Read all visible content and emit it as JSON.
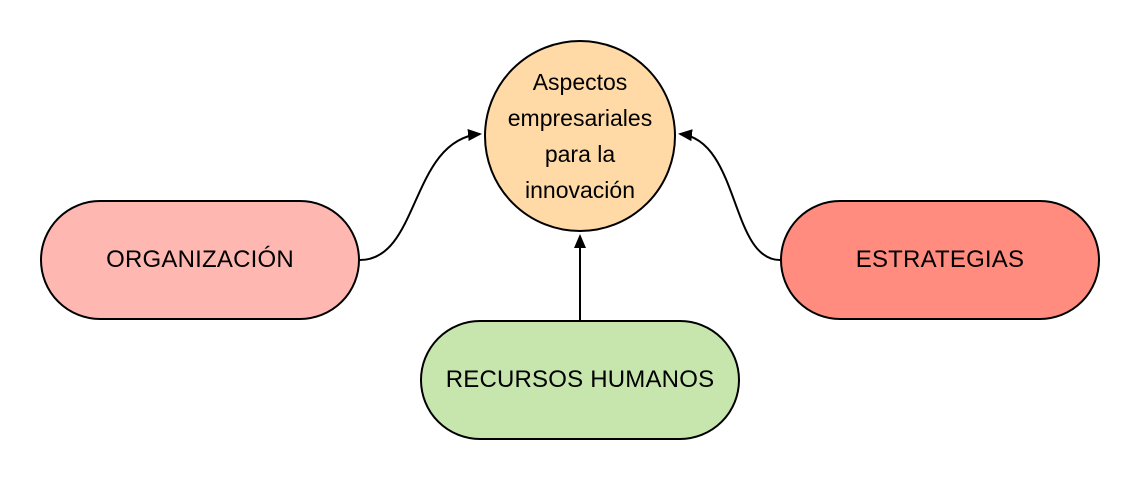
{
  "diagram": {
    "center": {
      "label": "Aspectos empresariales para la innovación",
      "fill": "#ffd9a6"
    },
    "nodes": [
      {
        "id": "organizacion",
        "label": "ORGANIZACIÓN",
        "fill": "#ffb8b1"
      },
      {
        "id": "estrategias",
        "label": "ESTRATEGIAS",
        "fill": "#ff8c7e"
      },
      {
        "id": "recursos-humanos",
        "label": "RECURSOS HUMANOS",
        "fill": "#c6e6ad"
      }
    ],
    "edges": [
      {
        "from": "organizacion",
        "to": "center"
      },
      {
        "from": "estrategias",
        "to": "center"
      },
      {
        "from": "recursos-humanos",
        "to": "center"
      }
    ],
    "line_color": "#000000"
  }
}
